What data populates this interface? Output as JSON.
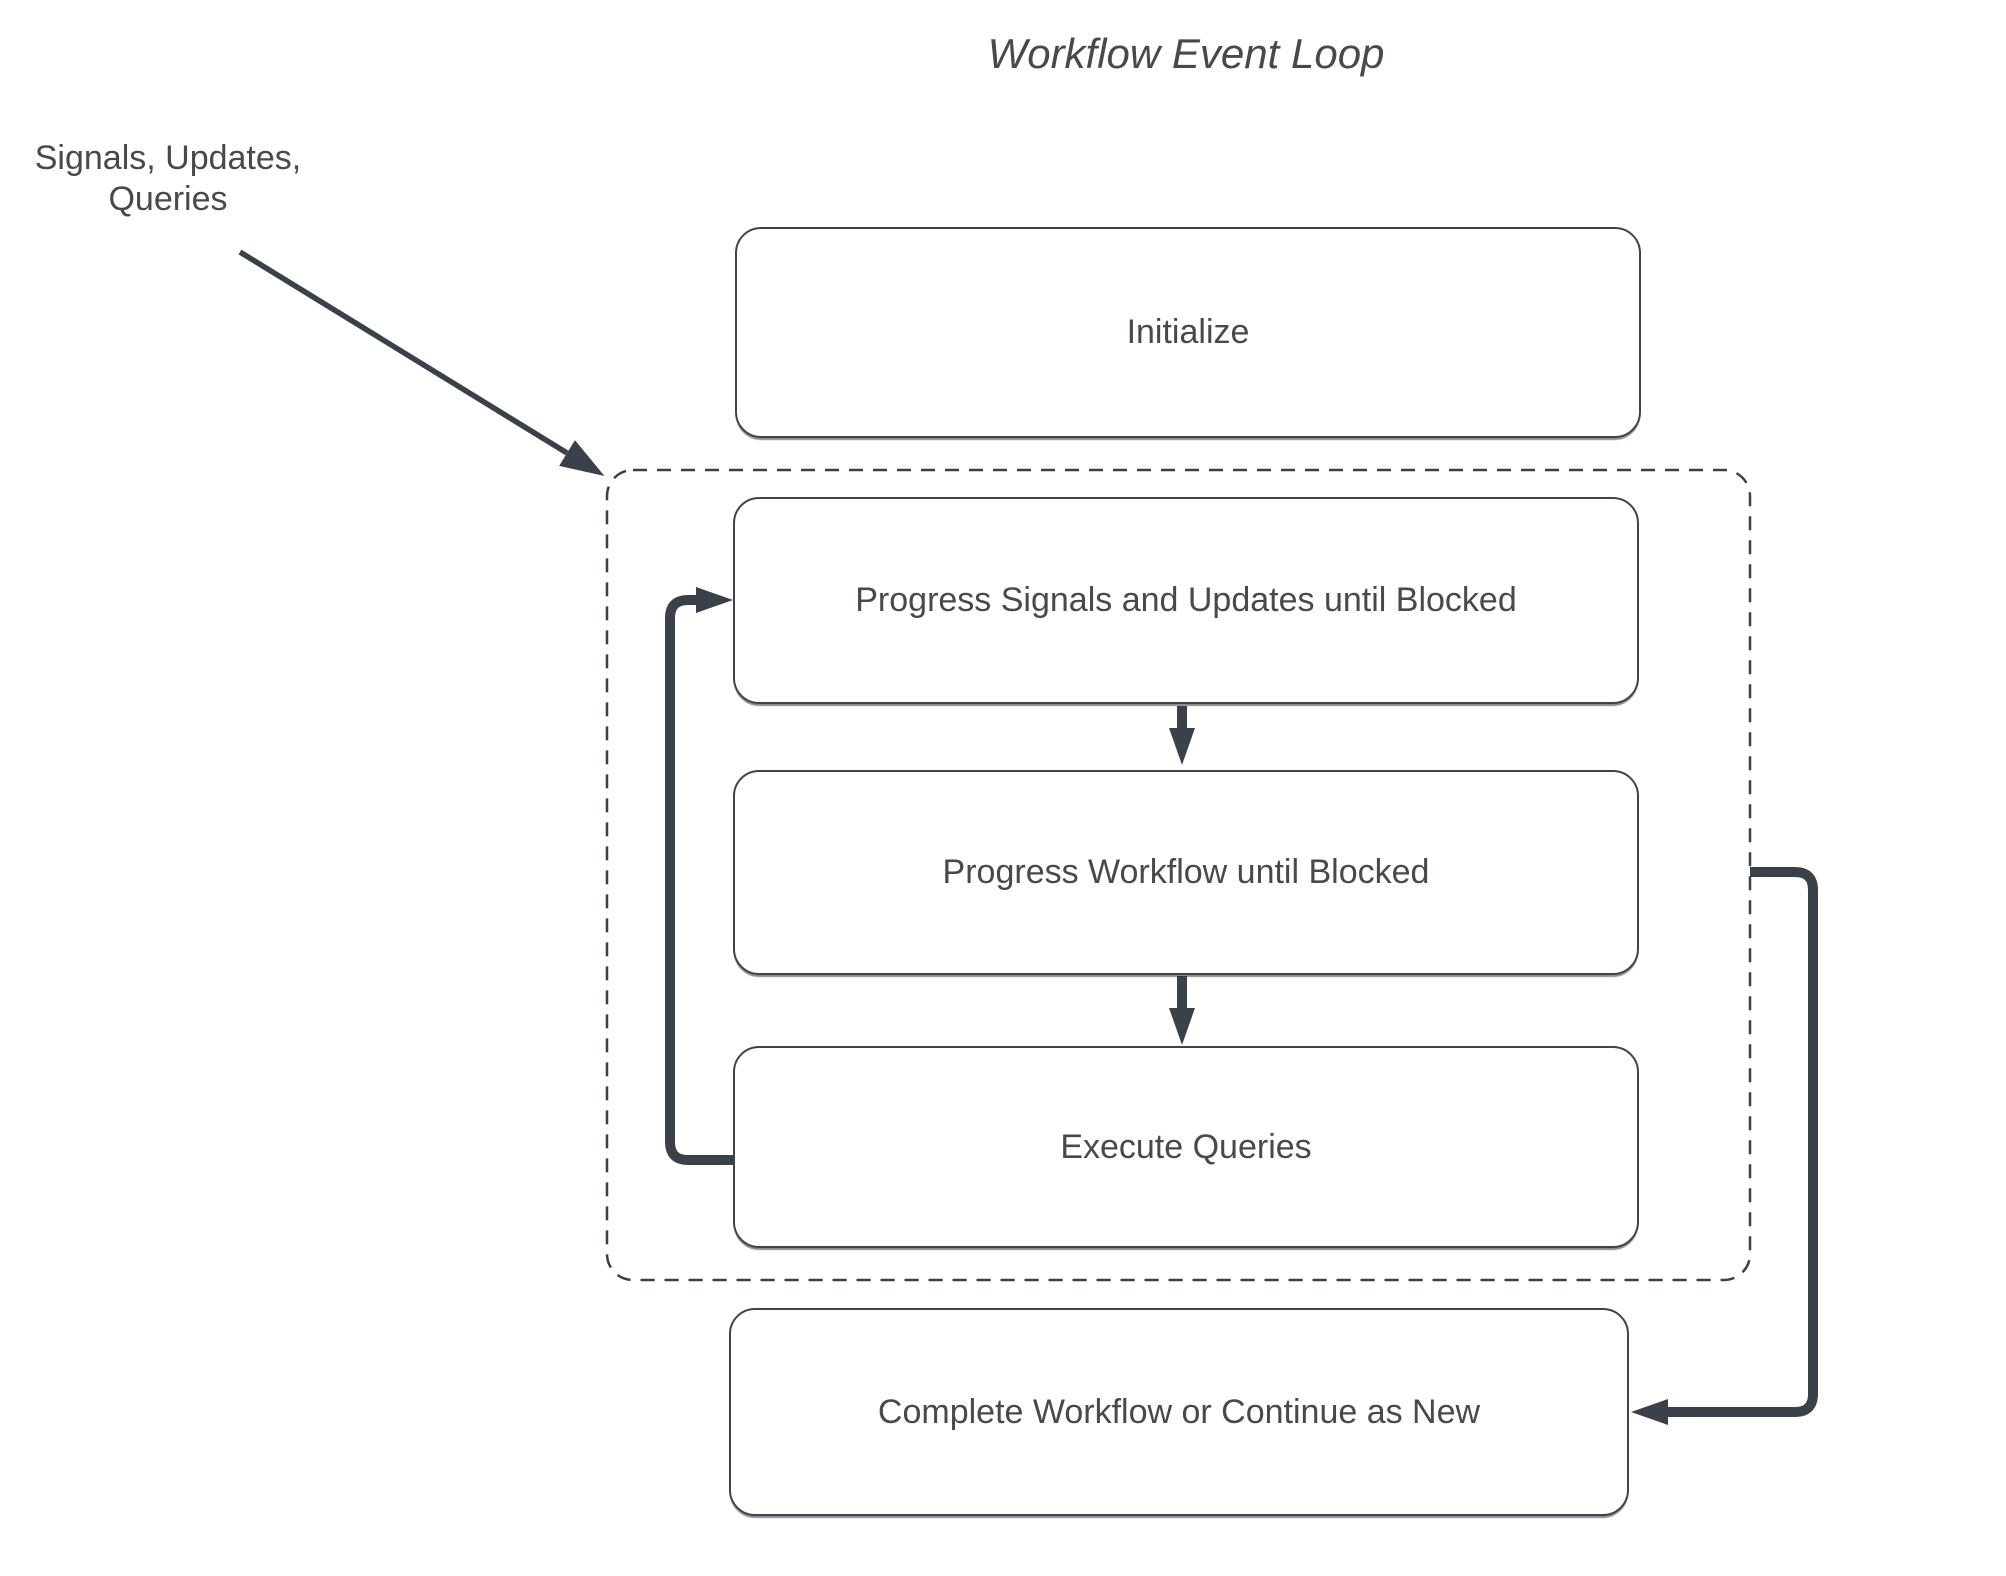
{
  "title": "Workflow Event Loop",
  "external_input": {
    "label": "Signals, Updates, Queries"
  },
  "nodes": {
    "initialize": {
      "label": "Initialize"
    },
    "progress_signals": {
      "label": "Progress Signals and Updates until Blocked"
    },
    "progress_workflow": {
      "label": "Progress Workflow until Blocked"
    },
    "execute_queries": {
      "label": "Execute Queries"
    },
    "complete": {
      "label": "Complete Workflow or Continue as New"
    }
  },
  "colors": {
    "ink": "#3b4149",
    "border": "#3f444b",
    "text": "#46494e",
    "background": "#ffffff"
  }
}
